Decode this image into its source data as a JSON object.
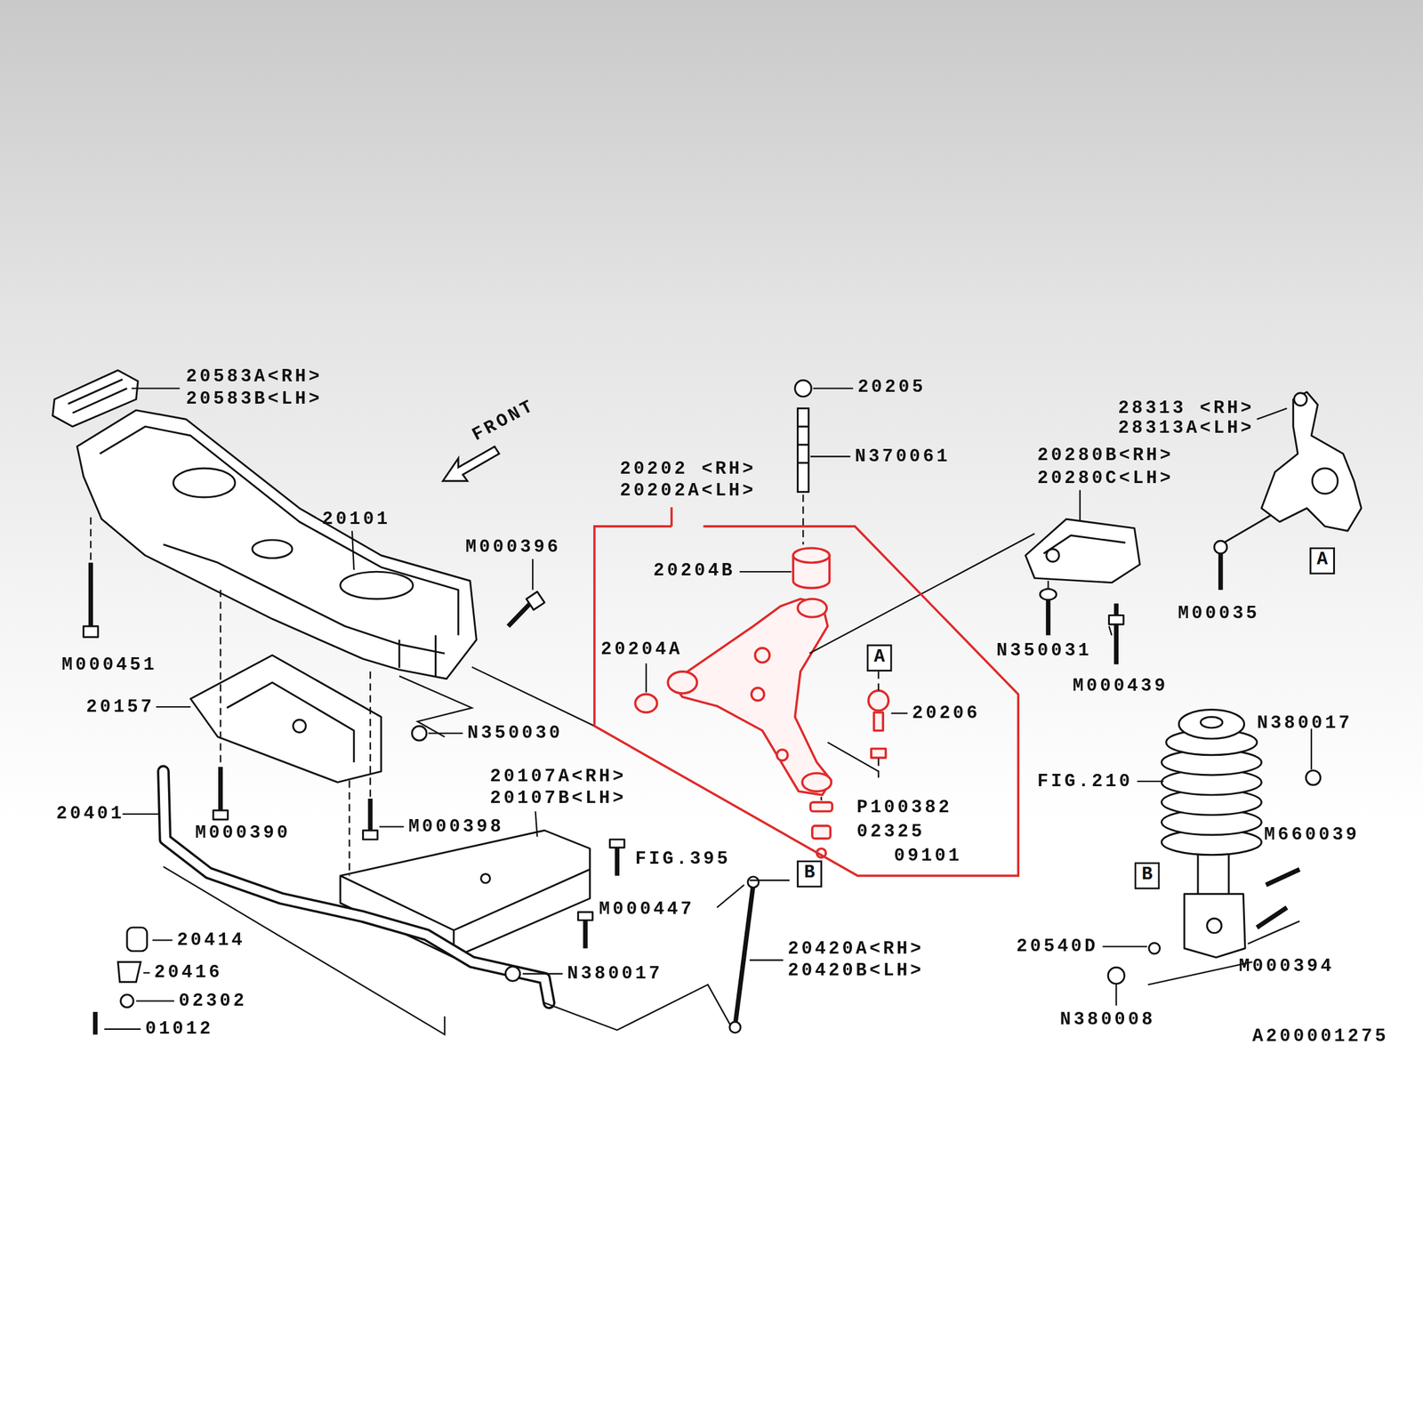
{
  "diagram": {
    "nodes": [
      {
        "text": [
          "20202 <RH> 20202A<LH>"
        ]
      },
      {
        "text": [
          "A"
        ]
      },
      {
        "text": [
          "A"
        ],
        "in": 0
      },
      {
        "text": [
          "B"
        ]
      },
      {
        "text": [
          "B"
        ]
      }
    ],
    "labels": [
      "20583A<RH>",
      "20583B<LH>",
      "FRONT",
      "20101",
      "M000396",
      "M000451",
      "20157",
      "N350030",
      "20401",
      "M000390",
      "M000398",
      "20107A<RH>",
      "20107B<LH>",
      "FIG.395",
      "M000447",
      "20414",
      "20416",
      "02302",
      "01012",
      "N380017",
      "20420A<RH>",
      "20420B<LH>",
      "20205",
      "N370061",
      "20204B",
      "20204A",
      "20206",
      "P100382",
      "02325",
      "09101",
      "20280B<RH>",
      "20280C<LH>",
      "N350031",
      "M000439",
      "28313 <RH>",
      "28313A<LH>",
      "M00035",
      "N380017",
      "FIG.210",
      "M660039",
      "20540D",
      "M000394",
      "N380008",
      "A200001275"
    ]
  }
}
